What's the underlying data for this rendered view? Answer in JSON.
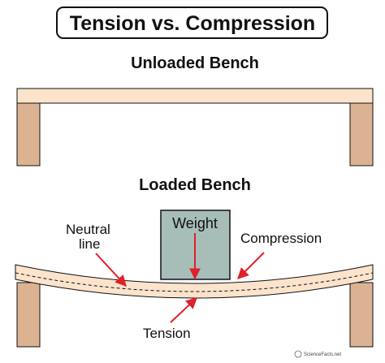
{
  "title": "Tension vs. Compression",
  "unloaded": {
    "heading": "Unloaded Bench"
  },
  "loaded": {
    "heading": "Loaded Bench",
    "weight_label": "Weight",
    "neutral_line_label_1": "Neutral",
    "neutral_line_label_2": "line",
    "compression_label": "Compression",
    "tension_label": "Tension"
  },
  "logo": {
    "text": "ScienceFacts.net"
  },
  "colors": {
    "bench_top": "#fbe3cc",
    "bench_leg": "#dcb392",
    "weight_block": "#a7bdb8",
    "arrow": "#e0202a",
    "outline": "#111111"
  }
}
